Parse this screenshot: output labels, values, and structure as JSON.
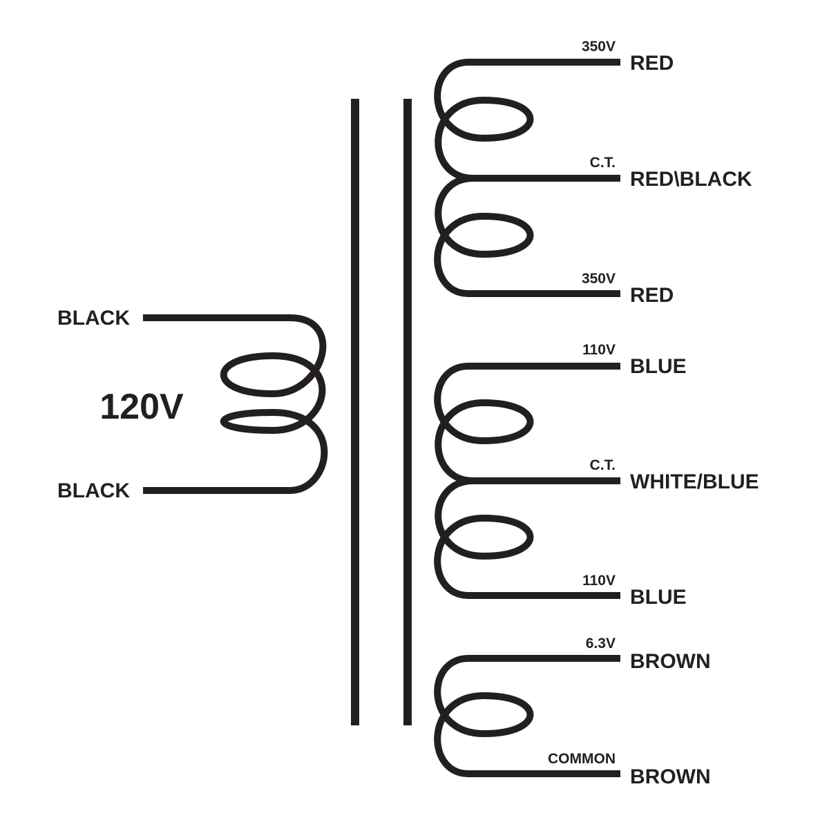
{
  "primary": {
    "voltage": "120V",
    "top_lead": "BLACK",
    "bottom_lead": "BLACK"
  },
  "secondary_hv": {
    "top_value": "350V",
    "top_lead": "RED",
    "tap_value": "C.T.",
    "tap_lead": "RED\\BLACK",
    "bottom_value": "350V",
    "bottom_lead": "RED"
  },
  "secondary_mv": {
    "top_value": "110V",
    "top_lead": "BLUE",
    "tap_value": "C.T.",
    "tap_lead": "WHITE/BLUE",
    "bottom_value": "110V",
    "bottom_lead": "BLUE"
  },
  "secondary_heater": {
    "top_value": "6.3V",
    "top_lead": "BROWN",
    "bottom_value": "COMMON",
    "bottom_lead": "BROWN"
  },
  "colors": {
    "ink": "#231f20",
    "background": "#ffffff"
  }
}
